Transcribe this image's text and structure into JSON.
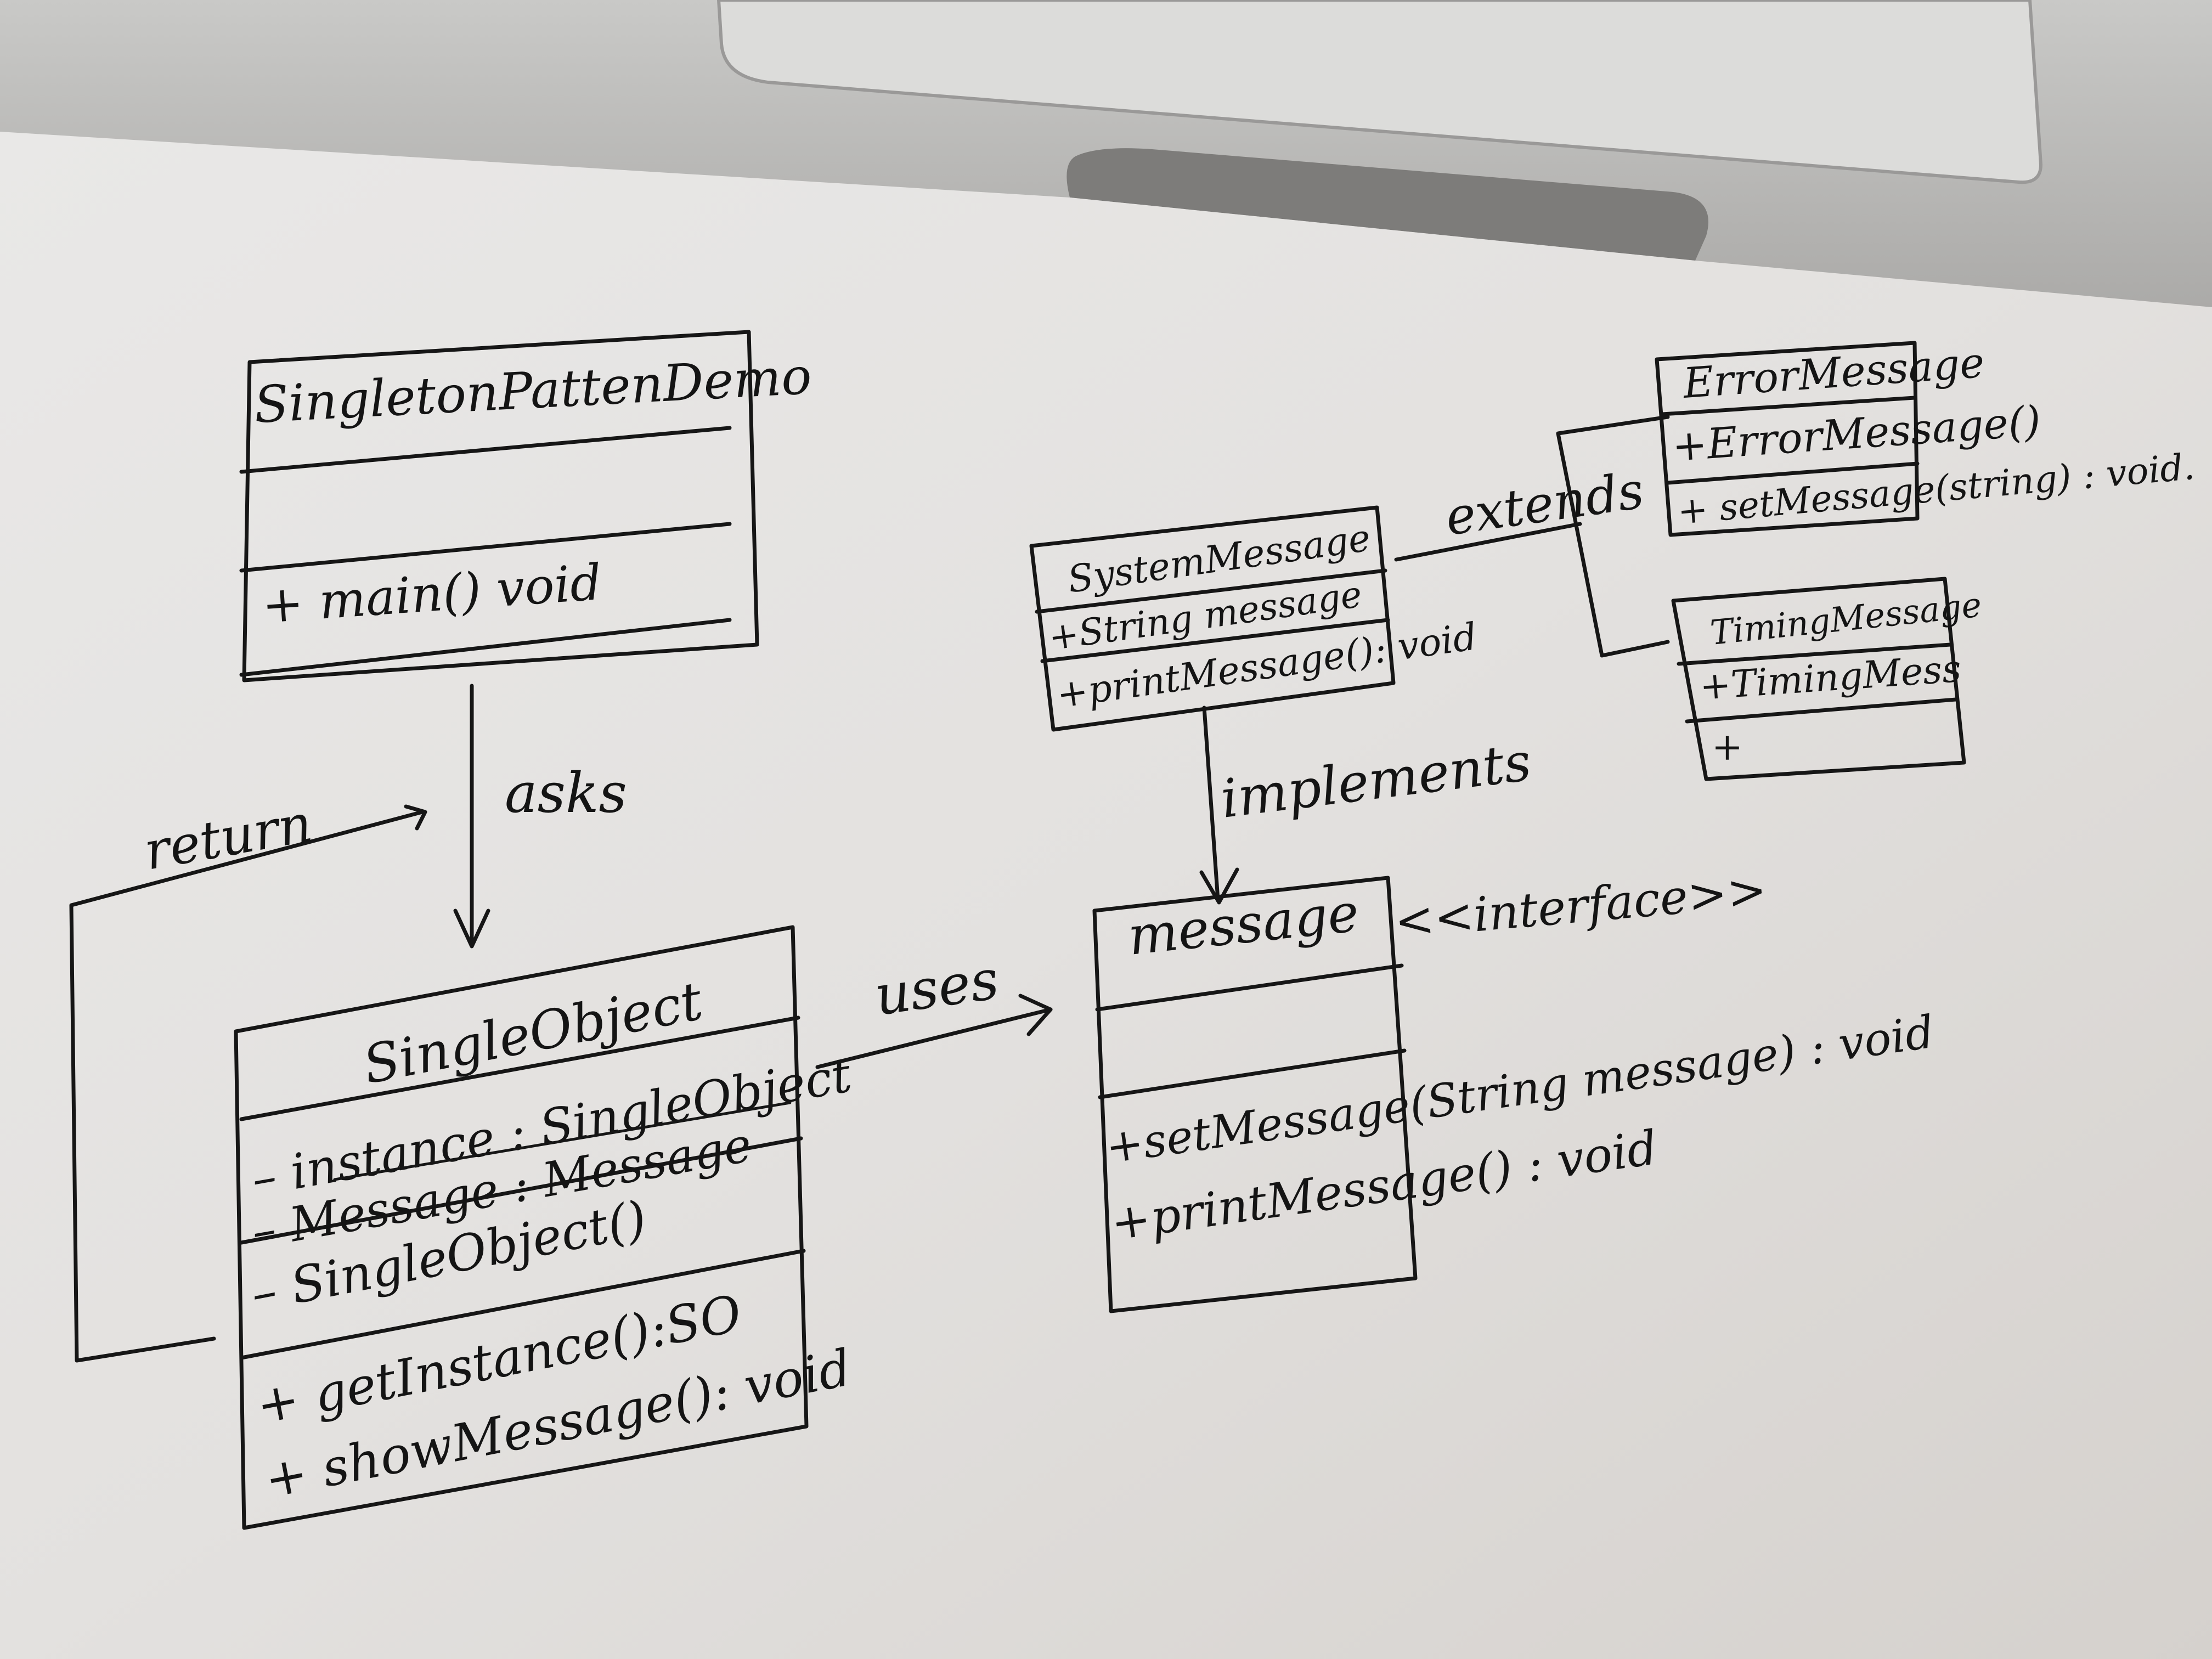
{
  "classes": {
    "singleton_demo": {
      "name": "SingletonPattenDemo",
      "methods": [
        "+ main()  void"
      ]
    },
    "single_object": {
      "name": "SingleObject",
      "attributes": [
        "– instance : SingleObject"
      ],
      "struck_attribute": "– Message : Message",
      "constructor": "– SingleObject()",
      "methods": [
        "+ getInstance():SO",
        "+ showMessage(): void"
      ]
    },
    "system_message": {
      "name": "SystemMessage",
      "attributes": [
        "+String message"
      ],
      "methods": [
        "+printMessage(): void"
      ]
    },
    "message": {
      "name": "message",
      "stereotype": "<<interface>>",
      "methods": [
        "+setMessage(String message) : void",
        "+printMessage() : void"
      ]
    },
    "error_message": {
      "name": "ErrorMessage",
      "methods": [
        "+ErrorMessage()",
        "+ setMessage(string) : void."
      ]
    },
    "timing_message": {
      "name": "TimingMessage",
      "methods": [
        "+TimingMess",
        "+"
      ]
    }
  },
  "relations": {
    "asks": "asks",
    "return": "return",
    "uses": "uses",
    "implements": "implements",
    "extends": "extends"
  }
}
